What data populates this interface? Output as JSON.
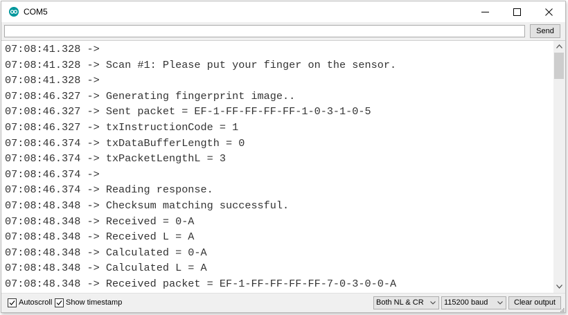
{
  "window": {
    "title": "COM5"
  },
  "input": {
    "value": "",
    "placeholder": ""
  },
  "toolbar": {
    "send_label": "Send"
  },
  "output_lines": [
    "07:08:41.328 ->",
    "07:08:41.328 -> Scan #1: Please put your finger on the sensor.",
    "07:08:41.328 ->",
    "07:08:46.327 -> Generating fingerprint image..",
    "07:08:46.327 -> Sent packet = EF-1-FF-FF-FF-FF-1-0-3-1-0-5",
    "07:08:46.327 -> txInstructionCode = 1",
    "07:08:46.374 -> txDataBufferLength = 0",
    "07:08:46.374 -> txPacketLengthL = 3",
    "07:08:46.374 ->",
    "07:08:46.374 -> Reading response.",
    "07:08:48.348 -> Checksum matching successful.",
    "07:08:48.348 -> Received = 0-A",
    "07:08:48.348 -> Received L = A",
    "07:08:48.348 -> Calculated = 0-A",
    "07:08:48.348 -> Calculated L = A",
    "07:08:48.348 -> Received packet = EF-1-FF-FF-FF-FF-7-0-3-0-0-A"
  ],
  "status": {
    "autoscroll_label": "Autoscroll",
    "autoscroll_checked": true,
    "timestamp_label": "Show timestamp",
    "timestamp_checked": true,
    "line_ending": "Both NL & CR",
    "baud": "115200 baud",
    "clear_label": "Clear output"
  },
  "icons": {
    "app": "arduino-icon",
    "minimize": "minimize-icon",
    "maximize": "maximize-icon",
    "close": "close-icon",
    "scroll_up": "chevron-up-icon",
    "scroll_down": "chevron-down-icon",
    "dropdown": "chevron-down-icon",
    "check": "checkmark-icon"
  },
  "colors": {
    "arduino_teal": "#00979c",
    "text": "#333333"
  }
}
